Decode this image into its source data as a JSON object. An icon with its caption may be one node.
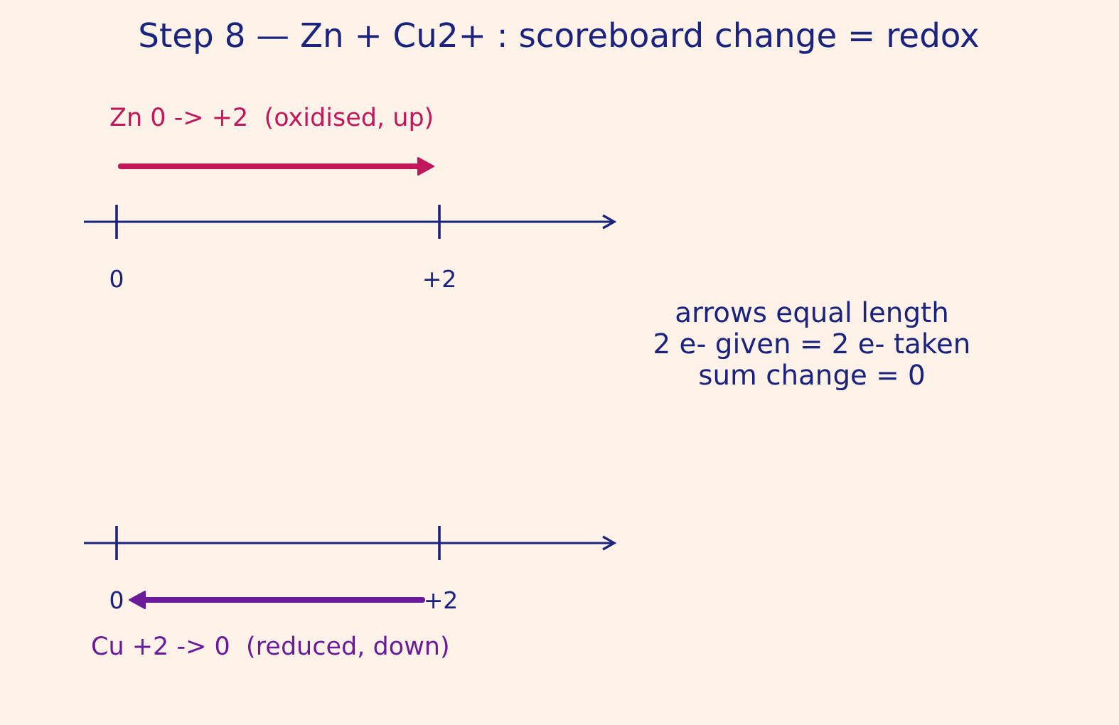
{
  "diagram": {
    "title": "Step 8 — Zn + Cu2+ : scoreboard change = redox",
    "labels": [
      "Zn 0 -> +2  (oxidised, up)",
      "0",
      "+2",
      "arrows equal length",
      "2 e- given = 2 e- taken",
      "sum change = 0",
      "0",
      "+2",
      "Cu +2 -> 0  (reduced, down)"
    ]
  }
}
